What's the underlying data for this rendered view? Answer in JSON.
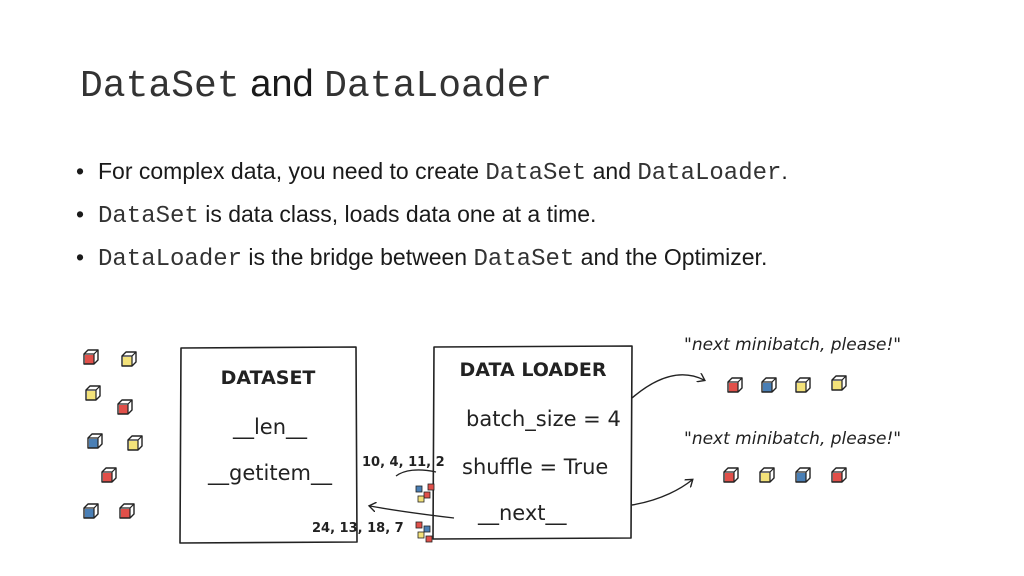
{
  "slide": {
    "title": {
      "code1": "DataSet",
      "mid": " and ",
      "code2": "DataLoader"
    },
    "bullets": [
      {
        "pre": "For complex data, you need to create ",
        "code1": "DataSet",
        "mid": " and ",
        "code2": "DataLoader",
        "post": "."
      },
      {
        "code": "DataSet",
        "text": " is data class, loads data one at a time."
      },
      {
        "code1": "DataLoader",
        "mid": " is the bridge between ",
        "code2": "DataSet",
        "post": " and the Optimizer."
      }
    ]
  },
  "illustration": {
    "dataset_box": {
      "title": "DATASET",
      "method1": "__len__",
      "method2": "__getitem__"
    },
    "dataloader_box": {
      "title": "DATA LOADER",
      "param1": "batch_size = 4",
      "param2": "shuffle = True",
      "method": "__next__"
    },
    "index_labels": [
      "10, 4, 11, 2",
      "24, 13, 18, 7"
    ],
    "request_labels": [
      "\"next minibatch, please!\"",
      "\"next minibatch, please!\""
    ],
    "colors": {
      "red": "#e0504a",
      "yellow": "#f3e27a",
      "blue": "#4a7fb5",
      "ink": "#222222"
    }
  }
}
